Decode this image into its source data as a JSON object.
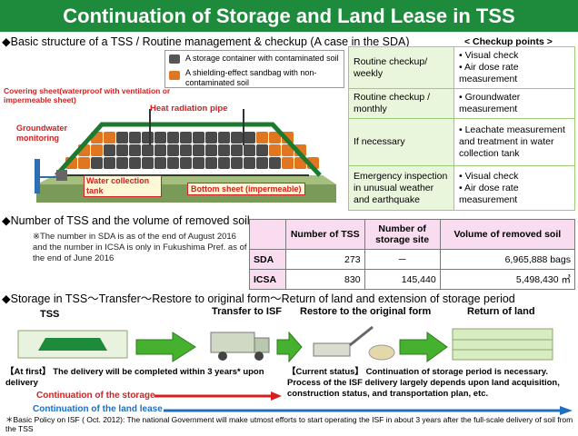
{
  "title": "Continuation of Storage and Land Lease in TSS",
  "section1": {
    "heading": "◆Basic structure of a TSS / Routine management & checkup (A case in the SDA)",
    "checkup_points_label": "< Checkup points >",
    "legend": {
      "container": "A storage container with contaminated soil",
      "sandbag": "A shielding-effect sandbag with non-contaminated soil"
    },
    "labels": {
      "covering_sheet": "Covering sheet(waterproof with ventilation or impermeable sheet)",
      "heat_pipe": "Heat radiation pipe",
      "groundwater": "Groundwater monitoring",
      "water_tank": "Water collection tank",
      "bottom_sheet": "Bottom sheet (impermeable)"
    },
    "checkup_rows": [
      {
        "when": "Routine checkup/ weekly",
        "points": [
          "• Visual check",
          "• Air dose rate measurement"
        ]
      },
      {
        "when": "Routine checkup / monthly",
        "points": [
          "• Groundwater measurement"
        ]
      },
      {
        "when": "If necessary",
        "points": [
          "• Leachate measurement and treatment in water collection tank"
        ]
      },
      {
        "when": "Emergency inspection in unusual weather and earthquake",
        "points": [
          "• Visual check",
          "• Air dose rate measurement"
        ]
      }
    ]
  },
  "section2": {
    "heading": "◆Number of TSS and the volume of removed soil",
    "note": "※The number in SDA is as of the end of August 2016 and the number in ICSA is only in Fukushima Pref. as of the end of June 2016",
    "table": {
      "headers": [
        "",
        "Number of TSS",
        "Number of storage site",
        "Volume of removed soil"
      ],
      "rows": [
        [
          "SDA",
          "273",
          "－",
          "6,965,888 bags"
        ],
        [
          "ICSA",
          "830",
          "145,440",
          "5,498,430 ㎥"
        ]
      ]
    }
  },
  "section3": {
    "heading": "◆Storage in TSS～Transfer～Restore to original form～Return of land and extension of storage period",
    "stages": [
      "TSS",
      "Transfer to ISF",
      "Restore to the original form",
      "Return of land"
    ],
    "at_first": "【At first】 The delivery will be completed within 3 years* upon delivery",
    "current_status": "【Current status】 Continuation of storage period is necessary. Process of the ISF delivery largely depends upon land acquisition, construction status, and transportation plan, etc.",
    "continuation_storage": "Continuation of the storage",
    "continuation_lease": "Continuation of the land lease",
    "footnote": "＊Basic Policy on ISF ( Oct. 2012): The national Government will make utmost efforts to start operating the ISF in about 3 years after the full-scale delivery of soil from the TSS"
  },
  "colors": {
    "title_bg": "#1e8a3c",
    "red": "#d42020",
    "blue": "#1f6fbf",
    "green_arrow": "#46b12f"
  }
}
